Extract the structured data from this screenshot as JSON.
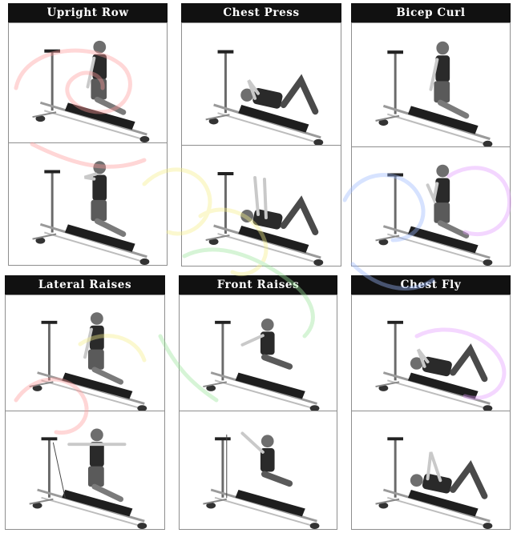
{
  "exercises": [
    {
      "title": "Upright Row"
    },
    {
      "title": "Chest Press"
    },
    {
      "title": "Bicep Curl"
    },
    {
      "title": "Lateral Raises"
    },
    {
      "title": "Front Raises"
    },
    {
      "title": "Chest Fly"
    }
  ],
  "colors": {
    "title_bar": "#111111",
    "title_text": "#ffffff",
    "frame_border": "#8e8e8e",
    "watermark": [
      "#ff9a9a",
      "#f6f08a",
      "#9ae59a",
      "#9ab8ff",
      "#e39aff"
    ]
  }
}
